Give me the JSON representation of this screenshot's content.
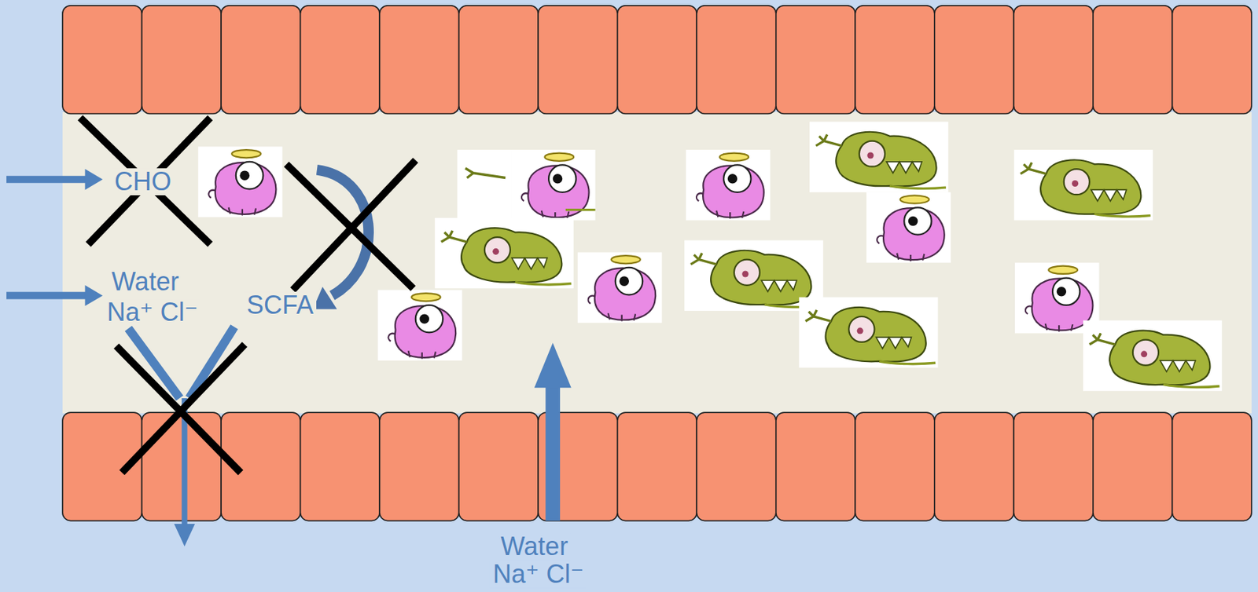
{
  "diagram": {
    "labels": [
      "CHO",
      "Water",
      "Na⁺ Cl⁻",
      "SCFA",
      "Water",
      "Na⁺ Cl⁻"
    ]
  }
}
